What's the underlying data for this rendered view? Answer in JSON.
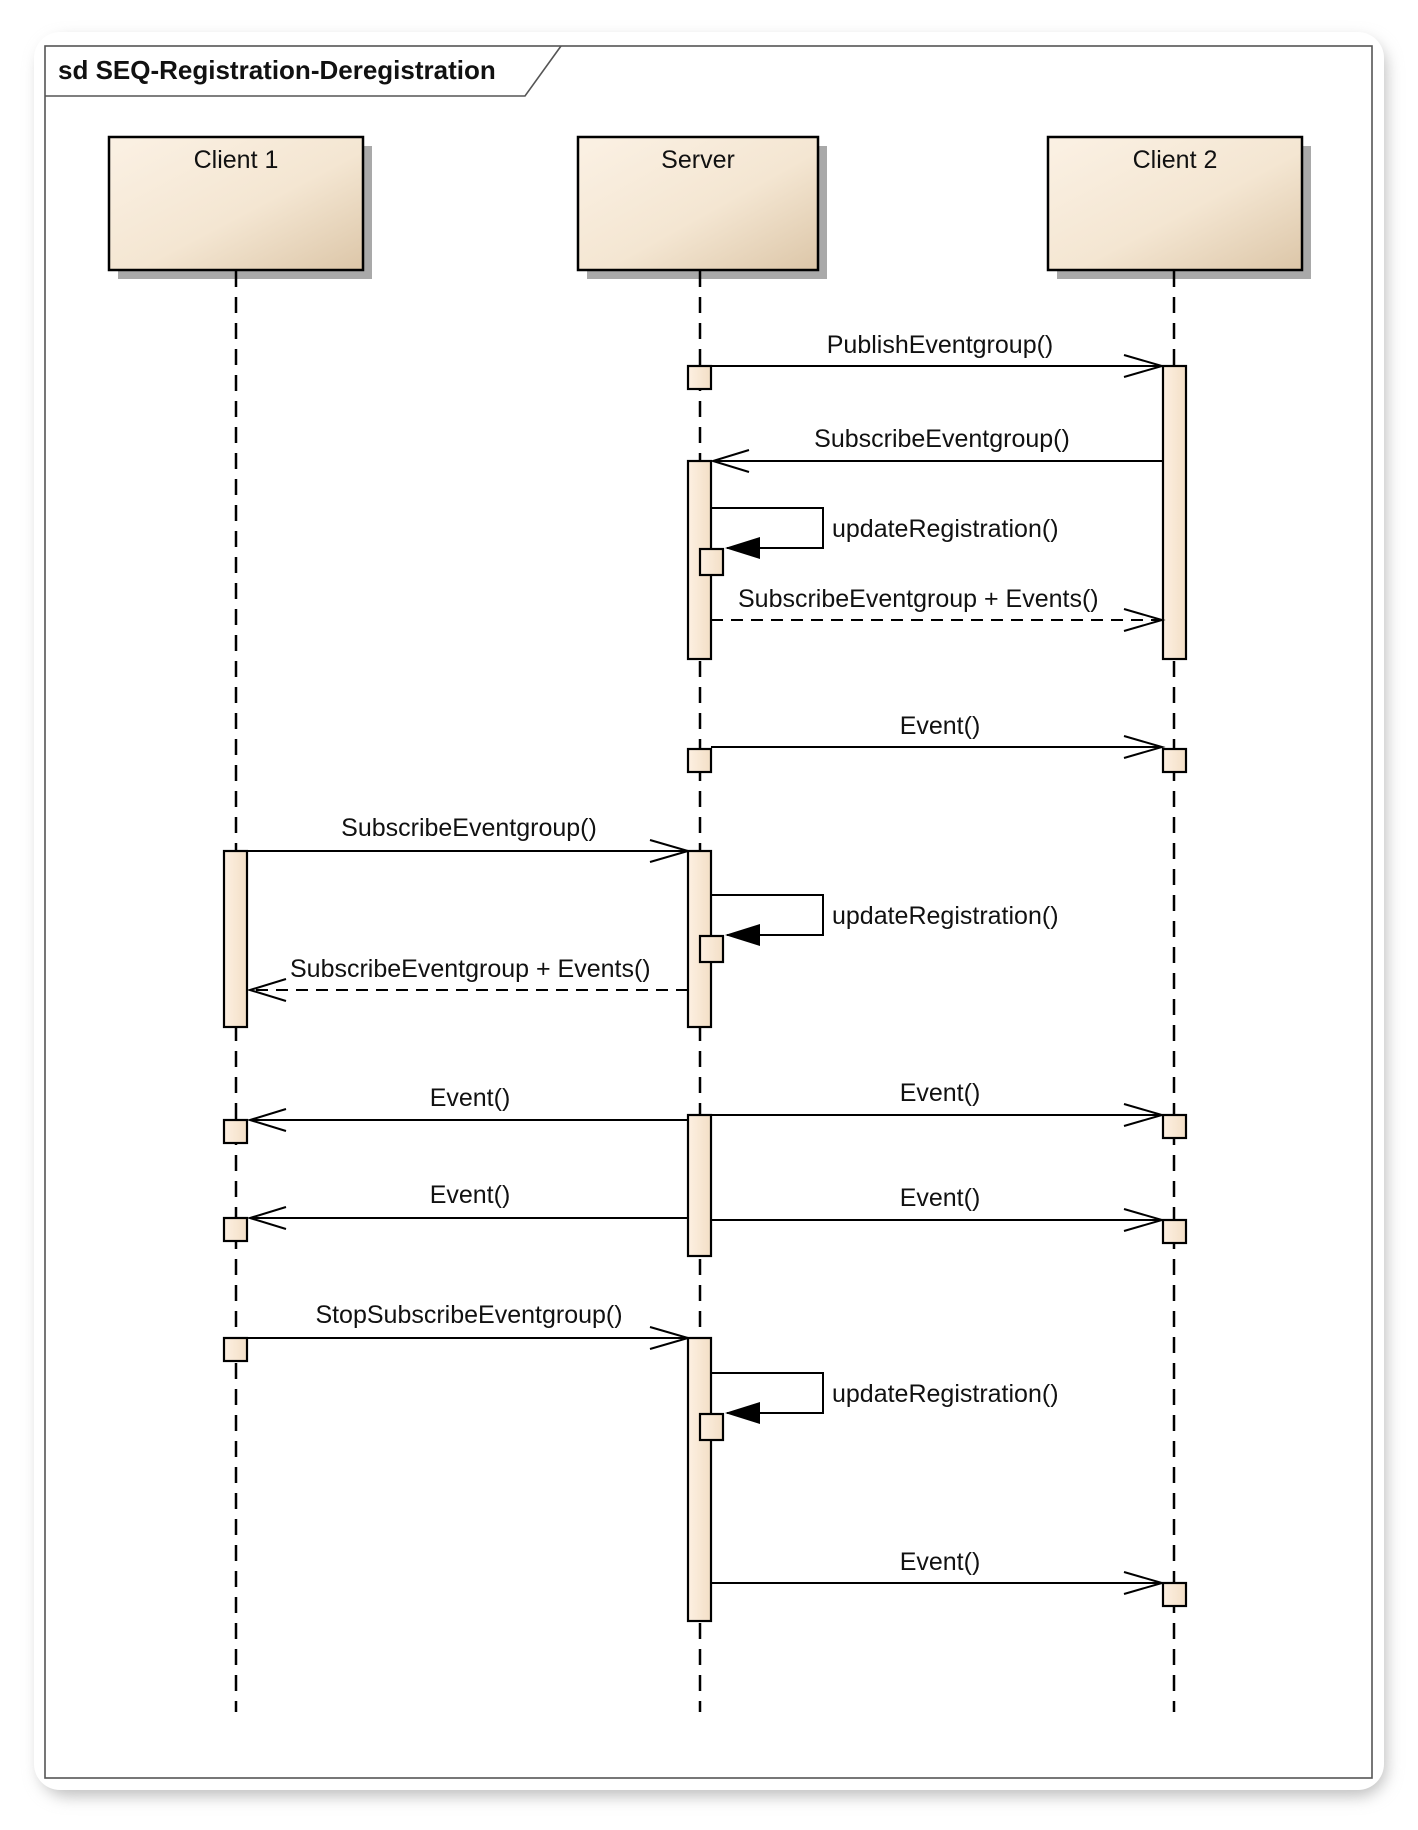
{
  "diagram": {
    "frame_title": "sd SEQ-Registration-Deregistration",
    "lifelines": [
      {
        "id": "client1",
        "label": "Client 1"
      },
      {
        "id": "server",
        "label": "Server"
      },
      {
        "id": "client2",
        "label": "Client 2"
      }
    ],
    "messages": [
      {
        "label": "PublishEventgroup()",
        "from": "server",
        "to": "client2",
        "kind": "sync"
      },
      {
        "label": "SubscribeEventgroup()",
        "from": "client2",
        "to": "server",
        "kind": "sync"
      },
      {
        "label": "updateRegistration()",
        "from": "server",
        "to": "server",
        "kind": "self"
      },
      {
        "label": "SubscribeEventgroup + Events()",
        "from": "server",
        "to": "client2",
        "kind": "return"
      },
      {
        "label": "Event()",
        "from": "server",
        "to": "client2",
        "kind": "sync"
      },
      {
        "label": "SubscribeEventgroup()",
        "from": "client1",
        "to": "server",
        "kind": "sync"
      },
      {
        "label": "updateRegistration()",
        "from": "server",
        "to": "server",
        "kind": "self"
      },
      {
        "label": "SubscribeEventgroup + Events()",
        "from": "server",
        "to": "client1",
        "kind": "return"
      },
      {
        "label": "Event()",
        "from": "server",
        "to": "client1",
        "kind": "sync"
      },
      {
        "label": "Event()",
        "from": "server",
        "to": "client2",
        "kind": "sync"
      },
      {
        "label": "Event()",
        "from": "server",
        "to": "client1",
        "kind": "sync"
      },
      {
        "label": "Event()",
        "from": "server",
        "to": "client2",
        "kind": "sync"
      },
      {
        "label": "StopSubscribeEventgroup()",
        "from": "client1",
        "to": "server",
        "kind": "sync"
      },
      {
        "label": "updateRegistration()",
        "from": "server",
        "to": "server",
        "kind": "self"
      },
      {
        "label": "Event()",
        "from": "server",
        "to": "client2",
        "kind": "sync"
      }
    ]
  },
  "colors": {
    "box_light": "#fbf1e4",
    "box_dark": "#e2ceb2",
    "activation_fill": "#fdf0e2",
    "shadow": "#a9a9a9"
  }
}
